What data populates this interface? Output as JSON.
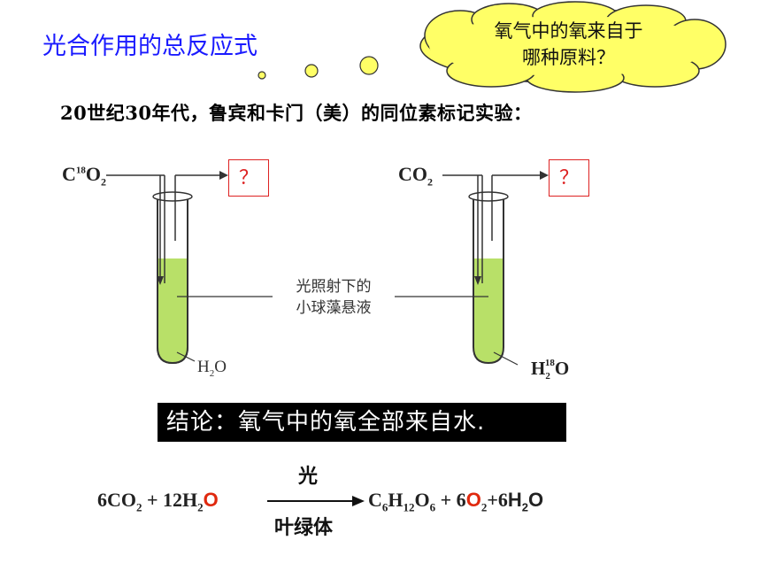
{
  "title": "光合作用的总反应式",
  "bubble": {
    "line1": "氧气中的氧来自于",
    "line2": "哪种原料？",
    "color": "#ffff66"
  },
  "subtitle": "20世纪30年代，鲁宾和卡门（美）的同位素标记实验：",
  "left_experiment": {
    "gas_prefix": "C",
    "gas_isotope": "18",
    "gas_suffix": "O",
    "gas_subscript": "2",
    "water_prefix": "H",
    "water_subscript": "2",
    "water_suffix": "O",
    "output": "？"
  },
  "right_experiment": {
    "gas_prefix": "CO",
    "gas_subscript": "2",
    "water_prefix": "H",
    "water_subscript": "2",
    "water_isotope": "18",
    "water_suffix": "O",
    "output": "？"
  },
  "center_label": {
    "line1": "光照射下的",
    "line2": "小球藻悬液"
  },
  "liquid_color": "#b8e068",
  "conclusion": "结论：氧气中的氧全部来自水.",
  "equation": {
    "r1": "6CO",
    "r1_sub": "2",
    "plus1": " + 12H",
    "r2_sub": "2",
    "r2_o": "O",
    "condition_top": "光",
    "condition_bottom": "叶绿体",
    "p1": "C",
    "p1_sub1": "6",
    "p1_h": "H",
    "p1_sub2": "12",
    "p1_o": "O",
    "p1_sub3": "6",
    "plus2": " +  6",
    "p2_o": "O",
    "p2_sub": "2",
    "plus3": "+6",
    "p3_h": "H",
    "p3_sub": "2",
    "p3_o": "O"
  }
}
